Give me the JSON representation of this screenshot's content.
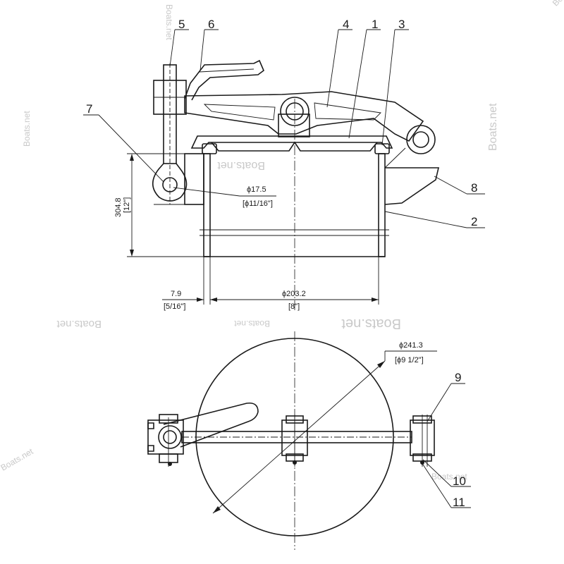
{
  "callouts": {
    "c1": "1",
    "c2": "2",
    "c3": "3",
    "c4": "4",
    "c5": "5",
    "c6": "6",
    "c7": "7",
    "c8": "8",
    "c9": "9",
    "c10": "10",
    "c11": "11"
  },
  "dimensions": {
    "pin_dia_mm": "ϕ17.5",
    "pin_dia_in": "[ϕ11/16\"]",
    "height_mm": "304.8",
    "height_in": "[12\"]",
    "wall_mm": "7.9",
    "wall_in": "[5/16\"]",
    "bore_mm": "ϕ203.2",
    "bore_in": "[8\"]",
    "cover_mm": "ϕ241.3",
    "cover_in": "[ϕ9 1/2\"]"
  },
  "watermark": {
    "text": "Boats.net"
  }
}
